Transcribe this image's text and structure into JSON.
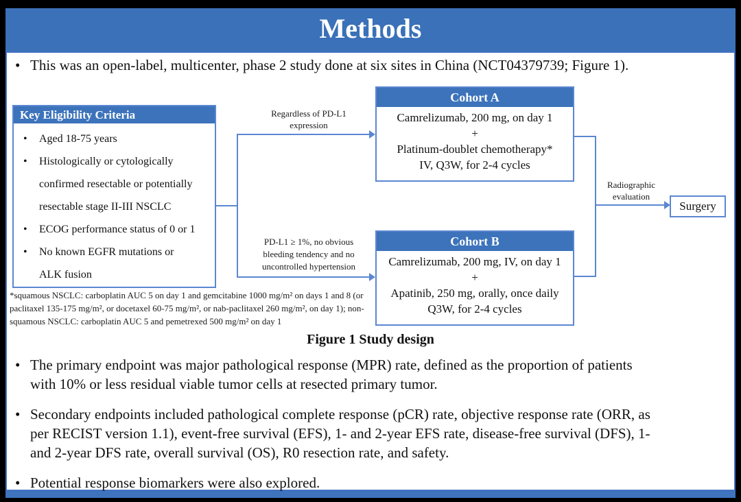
{
  "slide": {
    "title": "Methods",
    "bullet_char": "•",
    "colors": {
      "title_bar": "#3A71B8",
      "box_header": "#3C73BB",
      "line": "#5B87D1",
      "content_border": "#4472C4",
      "bottom_bar": "#3E73BE"
    },
    "bullets": {
      "intro": "This was an open-label, multicenter, phase 2 study done at six sites in China (NCT04379739; Figure 1).",
      "primary": "The primary endpoint was major pathological response (MPR) rate, defined as the proportion of patients\nwith 10% or less residual viable tumor cells at resected primary tumor.",
      "secondary": "Secondary endpoints included pathological complete response (pCR) rate, objective response rate (ORR, as\nper RECIST version 1.1), event-free survival (EFS), 1- and 2-year EFS rate, disease-free survival (DFS), 1-\nand 2-year DFS rate, overall survival (OS), R0 resection rate, and safety.",
      "biomarkers": "Potential response biomarkers were also explored."
    },
    "figure": {
      "caption": "Figure 1 Study design",
      "eligibility": {
        "header": "Key Eligibility Criteria",
        "items": [
          "Aged 18-75 years",
          "Histologically or cytologically\nconfirmed resectable or potentially\nresectable stage II-III NSCLC",
          "ECOG performance status of 0 or 1",
          "No known EGFR mutations or\nALK fusion"
        ]
      },
      "branch_top_label": "Regardless of PD-L1\nexpression",
      "branch_bottom_label": "PD-L1 ≥ 1%, no obvious\nbleeding tendency and no\nuncontrolled hypertension",
      "cohort_a": {
        "header": "Cohort A",
        "body": "Camrelizumab, 200 mg, on day 1\n+\nPlatinum-doublet chemotherapy*\nIV, Q3W, for 2-4 cycles"
      },
      "cohort_b": {
        "header": "Cohort B",
        "body": "Camrelizumab, 200 mg, IV, on day 1\n+\nApatinib, 250 mg, orally, once daily\nQ3W, for 2-4 cycles"
      },
      "radiographic_label": "Radiographic\nevaluation",
      "surgery_label": "Surgery",
      "footnote": "*squamous NSCLC: carboplatin AUC 5 on day 1 and gemcitabine 1000 mg/m² on days 1 and 8 (or\npaclitaxel 135-175 mg/m², or docetaxel 60-75 mg/m², or nab-paclitaxel 260 mg/m², on day 1); non-\nsquamous NSCLC: carboplatin AUC 5 and pemetrexed 500 mg/m² on day 1"
    }
  }
}
